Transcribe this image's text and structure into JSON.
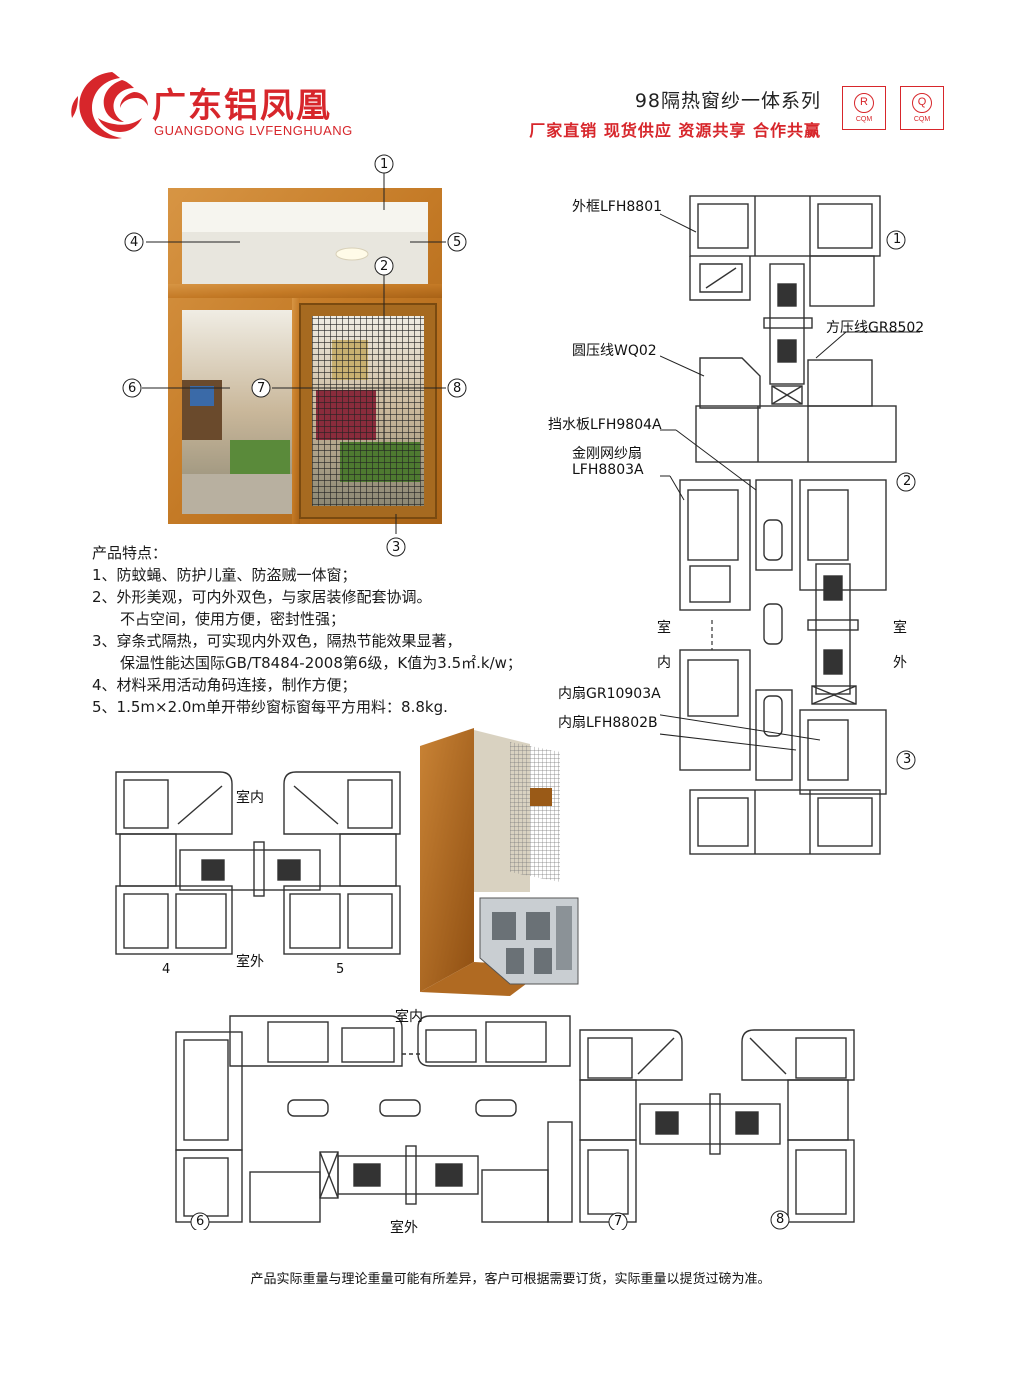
{
  "brand": {
    "name_cn": "广东铝凤凰",
    "name_en": "GUANGDONG LVFENGHUANG",
    "color": "#d7262b"
  },
  "header": {
    "series": "98隔热窗纱一体系列",
    "slogan": "厂家直销  现货供应  资源共享  合作共赢",
    "cert_r": {
      "letter": "R",
      "sub": "CQM"
    },
    "cert_q": {
      "letter": "Q",
      "sub": "CQM"
    }
  },
  "window_callouts": [
    "1",
    "2",
    "3",
    "4",
    "5",
    "6",
    "7",
    "8"
  ],
  "features": {
    "title": "产品特点：",
    "lines": [
      "1、防蚊蝇、防护儿童、防盗贼一体窗；",
      "2、外形美观，可内外双色，与家居装修配套协调。",
      "不占空间，使用方便，密封性强；",
      "3、穿条式隔热，可实现内外双色，隔热节能效果显著，",
      "保温性能达国际GB/T8484-2008第6级，K值为3.5㎡.k/w；",
      "4、材料采用活动角码连接，制作方便；",
      "5、1.5m×2.0m单开带纱窗标窗每平方用料：8.8kg."
    ]
  },
  "section_labels": {
    "outer_frame": "外框LFH8801",
    "square_bead": "方压线GR8502",
    "round_bead": "圆压线WQ02",
    "water_board": "挡水板LFH9804A",
    "screen_sash_1": "金刚网纱扇",
    "screen_sash_2": "LFH8803A",
    "inner_sash_gr": "内扇GR10903A",
    "inner_sash_lfh": "内扇LFH8802B",
    "indoor_v1": "室",
    "indoor_v2": "内",
    "outdoor_v1": "室",
    "outdoor_v2": "外",
    "indoor": "室内",
    "outdoor": "室外"
  },
  "footnote": "产品实际重量与理论重量可能有所差异，客户可根据需要订货，实际重量以提货过磅为准。",
  "colors": {
    "wood": "#c8842e",
    "wood_dark": "#9a5a17",
    "line": "#333333",
    "accent": "#d7262b"
  }
}
